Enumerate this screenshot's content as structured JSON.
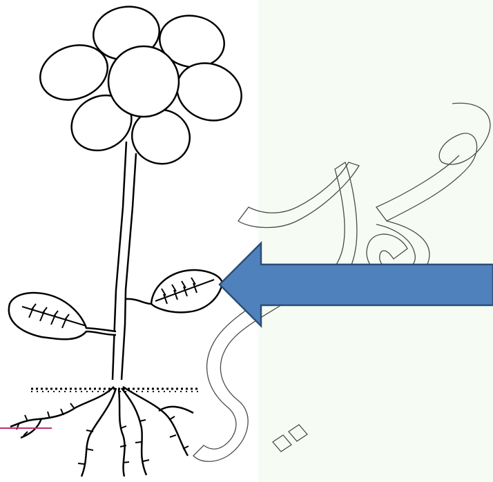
{
  "figure": {
    "subject": "flower-plant-line-drawing",
    "background_left": "#ffffff",
    "background_right": "#f6fcf4",
    "line_color": "#000000",
    "arrow": {
      "fill": "#4f81bd",
      "stroke": "#2c4d76",
      "points_to": "leaf"
    },
    "watermark": {
      "text": "مهدي",
      "stroke": "#4a4a4a"
    },
    "soil_accent": "#c0306a"
  }
}
